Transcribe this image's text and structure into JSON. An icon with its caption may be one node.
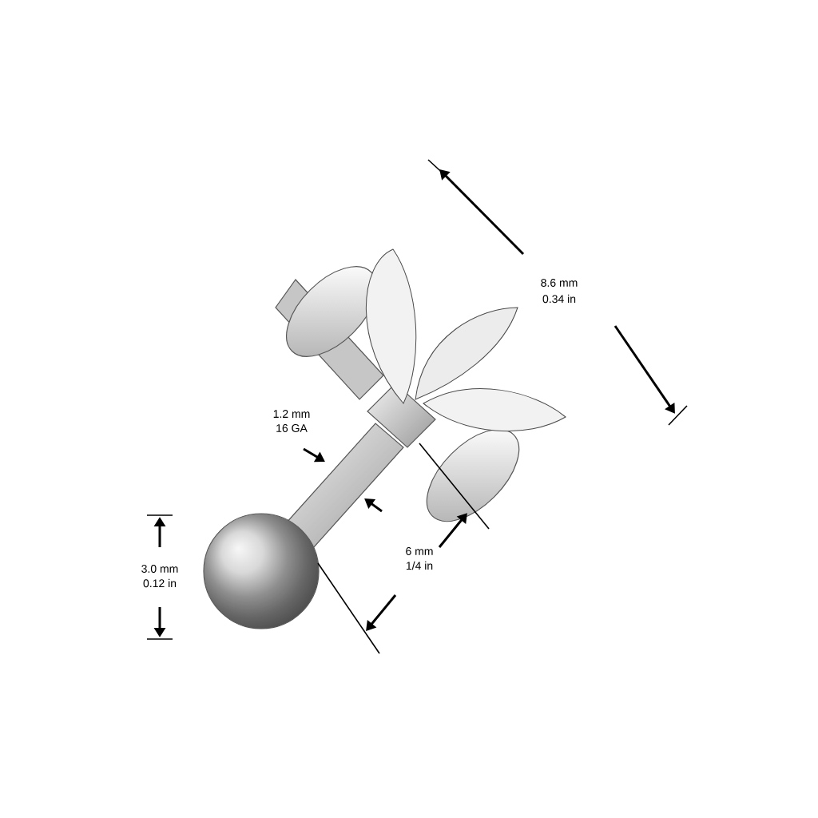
{
  "diagram": {
    "labels": [
      "8.6 mm",
      "0.34 in",
      "1.2 mm",
      "16 GA",
      "3.0 mm",
      "0.12 in",
      "6 mm",
      "1/4 in"
    ]
  }
}
